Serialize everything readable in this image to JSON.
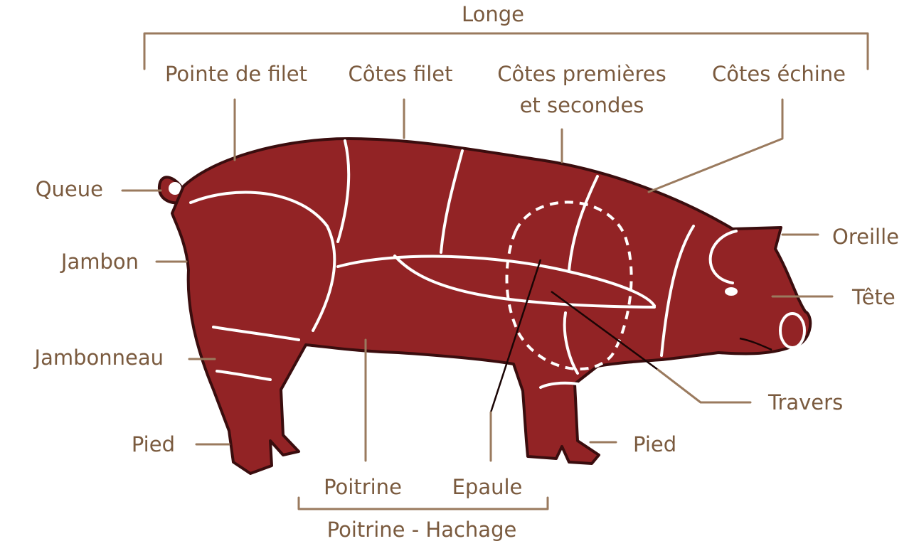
{
  "labels": {
    "longe": "Longe",
    "pointe_de_filet": "Pointe de filet",
    "cotes_filet": "Côtes filet",
    "cotes_premieres_1": "Côtes premières",
    "cotes_premieres_2": "et secondes",
    "cotes_echine": "Côtes échine",
    "queue": "Queue",
    "jambon": "Jambon",
    "jambonneau": "Jambonneau",
    "pied_left": "Pied",
    "pied_right": "Pied",
    "oreille": "Oreille",
    "tete": "Tête",
    "travers": "Travers",
    "poitrine": "Poitrine",
    "epaule": "Epaule",
    "poitrine_hachage": "Poitrine - Hachage"
  },
  "colors": {
    "body": "#922325",
    "text": "#7a5a3e",
    "leader": "#9a7a5e",
    "background": "#ffffff"
  }
}
